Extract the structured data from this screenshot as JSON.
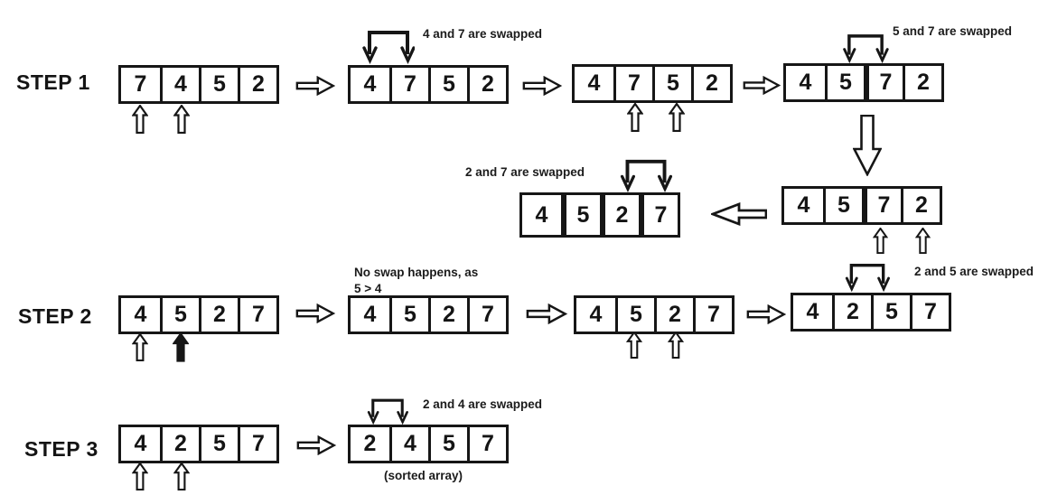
{
  "figure": {
    "topic": "Bubble sort swapping passes"
  },
  "colors": {
    "background": "#ffffff",
    "ink": "#161616"
  },
  "labels": {
    "step1": "STEP 1",
    "step2": "STEP 2",
    "step3": "STEP 3",
    "sorted_note": "(sorted array)"
  },
  "annotations": {
    "swap_4_7": "4 and 7 are swapped",
    "swap_5_7": "5 and 7 are swapped",
    "swap_2_7": "2 and 7 are swapped",
    "no_swap_line1": "No swap happens, as",
    "no_swap_line2": "5 > 4",
    "swap_2_5": "2 and 5 are swapped",
    "swap_2_4": "2 and 4 are swapped"
  },
  "arrays": {
    "s1a1": [
      "7",
      "4",
      "5",
      "2"
    ],
    "s1a2": [
      "4",
      "7",
      "5",
      "2"
    ],
    "s1a3": [
      "4",
      "7",
      "5",
      "2"
    ],
    "s1a4": [
      "4",
      "5",
      "7",
      "2"
    ],
    "s1a5": [
      "4",
      "5",
      "7",
      "2"
    ],
    "s1a6": [
      "4",
      "5",
      "2",
      "7"
    ],
    "s2a1": [
      "4",
      "5",
      "2",
      "7"
    ],
    "s2a2": [
      "4",
      "5",
      "2",
      "7"
    ],
    "s2a3": [
      "4",
      "5",
      "2",
      "7"
    ],
    "s2a4": [
      "4",
      "2",
      "5",
      "7"
    ],
    "s3a1": [
      "4",
      "2",
      "5",
      "7"
    ],
    "s3a2": [
      "2",
      "4",
      "5",
      "7"
    ]
  }
}
